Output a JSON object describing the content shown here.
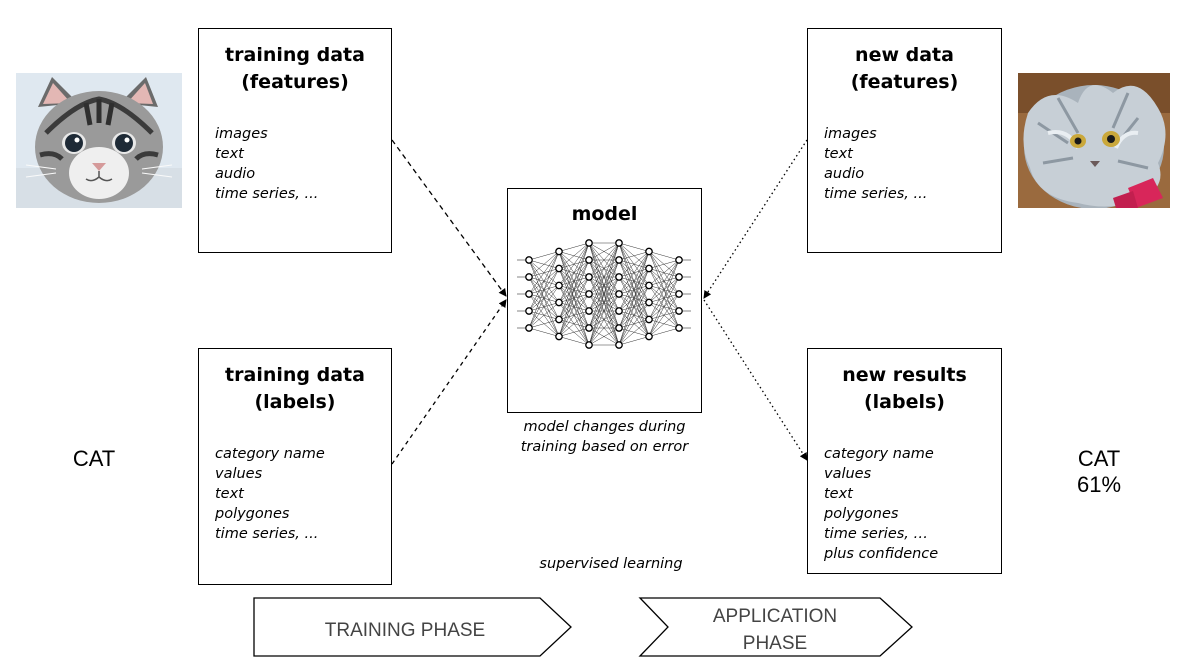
{
  "training_features": {
    "title": "training data\n(features)",
    "items": [
      "images",
      "text",
      "audio",
      "time series, ..."
    ]
  },
  "training_labels": {
    "title": "training data\n(labels)",
    "items": [
      "category name",
      "values",
      "text",
      "polygones",
      "time series, ..."
    ]
  },
  "new_features": {
    "title": "new data\n(features)",
    "items": [
      "images",
      "text",
      "audio",
      "time series, ..."
    ]
  },
  "new_results": {
    "title": "new results\n(labels)",
    "items": [
      "category name",
      "values",
      "text",
      "polygones",
      "time series, …",
      "plus confidence"
    ]
  },
  "model": {
    "title": "model",
    "caption": "model changes during\ntraining based on error",
    "network_layers": [
      5,
      6,
      7,
      7,
      6,
      5
    ]
  },
  "left_label": "CAT",
  "right_label": "CAT\n61%",
  "footer": "supervised learning",
  "phases": {
    "training": "TRAINING PHASE",
    "application": "APPLICATION\nPHASE"
  },
  "colors": {
    "stroke": "#000000",
    "phase_text": "#444444",
    "kitten_bg": "#dfe8f0",
    "cat_bg": "#9a6a3e"
  },
  "photos": {
    "left": "kitten-photo",
    "right": "long-haired-cat-photo"
  }
}
